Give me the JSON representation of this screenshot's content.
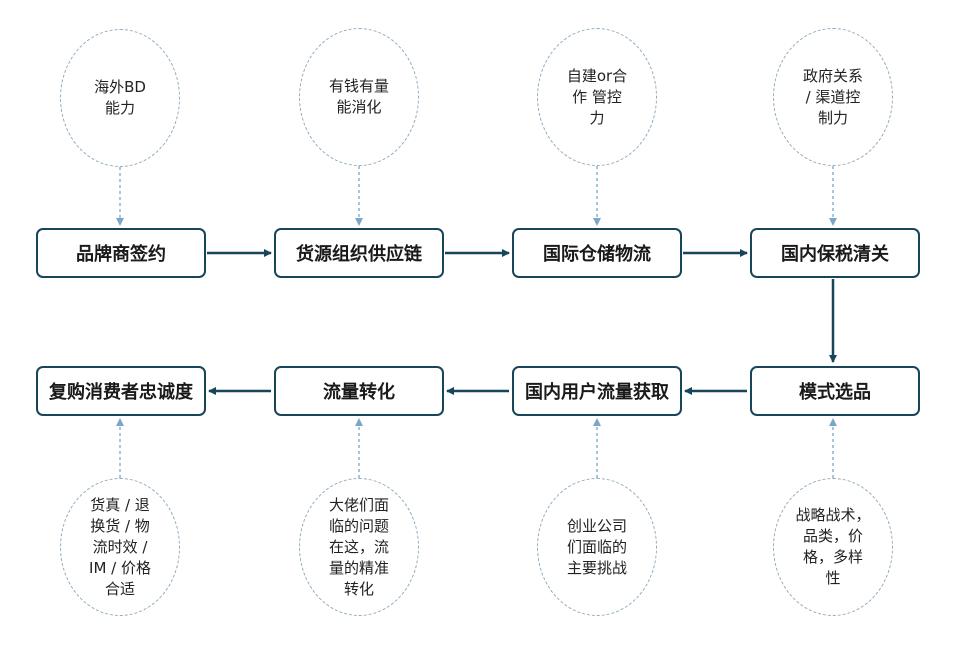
{
  "colors": {
    "box_border": "#17455a",
    "arrow": "#17455a",
    "dashed": "#7aa7c7"
  },
  "boxes": [
    "品牌商签约",
    "货源组织供应链",
    "国际仓储物流",
    "国内保税清关",
    "复购消费者忠诚度",
    "流量转化",
    "国内用户流量获取",
    "模式选品"
  ],
  "circles": [
    [
      "海外BD",
      "能力"
    ],
    [
      "有钱有量",
      "能消化"
    ],
    [
      "自建or合",
      "作 管控",
      "力"
    ],
    [
      "政府关系",
      "/ 渠道控",
      "制力"
    ],
    [
      "货真 / 退",
      "换货 / 物",
      "流时效 /",
      "IM / 价格",
      "合适"
    ],
    [
      "大佬们面",
      "临的问题",
      "在这，流",
      "量的精准",
      "转化"
    ],
    [
      "创业公司",
      "们面临的",
      "主要挑战"
    ],
    [
      "战略战术，",
      "品类，价",
      "格，多样",
      "性"
    ]
  ]
}
